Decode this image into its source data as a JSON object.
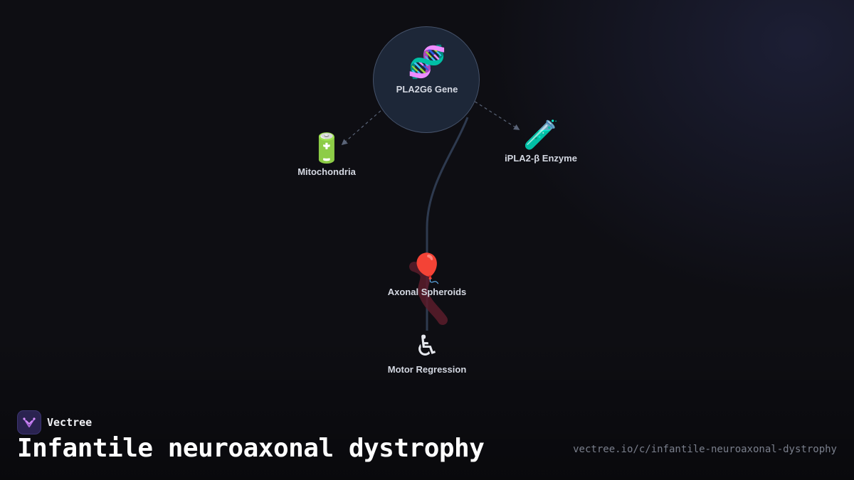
{
  "diagram": {
    "hub": {
      "icon": "dna-icon",
      "emoji": "🧬",
      "label": "PLA2G6 Gene"
    },
    "nodes": [
      {
        "id": "mitochondria",
        "icon": "battery-icon",
        "emoji": "🔋",
        "label": "Mitochondria"
      },
      {
        "id": "enzyme",
        "icon": "test-tube-icon",
        "emoji": "🧪",
        "label": "iPLA2-β Enzyme"
      },
      {
        "id": "spheroids",
        "icon": "balloon-icon",
        "emoji": "🎈",
        "label": "Axonal Spheroids"
      },
      {
        "id": "motor",
        "icon": "wheelchair-icon",
        "emoji": "♿",
        "label": "Motor Regression"
      }
    ],
    "colors": {
      "hub_fill": "#1d2738",
      "hub_stroke": "#45526a",
      "edge": "#2e3a4f",
      "dashed_edge": "#5a6478",
      "ribbon": "#5a1c2c"
    }
  },
  "brand": {
    "name": "Vectree",
    "logo_icon": "vectree-logo-icon"
  },
  "title": "Infantile neuroaxonal dystrophy",
  "url": "vectree.io/c/infantile-neuroaxonal-dystrophy"
}
